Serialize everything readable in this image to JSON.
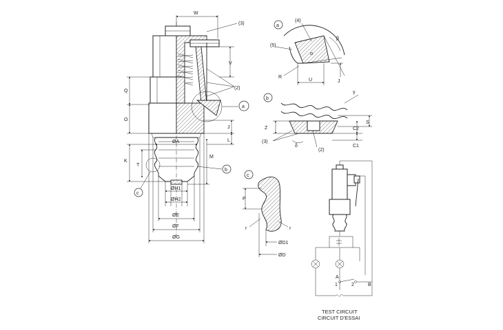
{
  "main_view": {
    "dimensions": {
      "w": "W",
      "q": "Q",
      "o": "O",
      "k": "K",
      "t": "T",
      "m": "M",
      "v": "V",
      "j": "J",
      "l": "L",
      "dia_a": "ØA",
      "dia_h1": "ØH1",
      "dia_h2": "ØH2",
      "dia_e": "ØE",
      "dia_f": "ØF",
      "dia_g": "ØG"
    },
    "callouts": {
      "c3": "(3)",
      "c2": "(2)",
      "a": "a",
      "b": "b",
      "c": "c"
    }
  },
  "detail_a": {
    "marker": "a",
    "labels": {
      "c4": "(4)",
      "c5": "(5)",
      "beta": "β",
      "alpha": "α",
      "r": "R",
      "u": "U",
      "j": "J"
    }
  },
  "detail_b": {
    "marker": "b",
    "labels": {
      "gamma": "γ",
      "z": "Z",
      "s": "S",
      "c2dim": "C2",
      "c1dim": "C1",
      "c3": "(3)",
      "delta": "δ",
      "c2": "(2)"
    }
  },
  "detail_c": {
    "marker": "c",
    "labels": {
      "p": "P",
      "r_left": "r",
      "r_right": "r",
      "dia_d1": "ØD1",
      "dia_d": "ØD"
    }
  },
  "test_circuit": {
    "title_en": "TEST CIRCUIT",
    "title_fr": "CIRCUIT D'ESSAI",
    "labels": {
      "a": "A",
      "b": "B",
      "n1": "1",
      "n2": "2"
    }
  }
}
